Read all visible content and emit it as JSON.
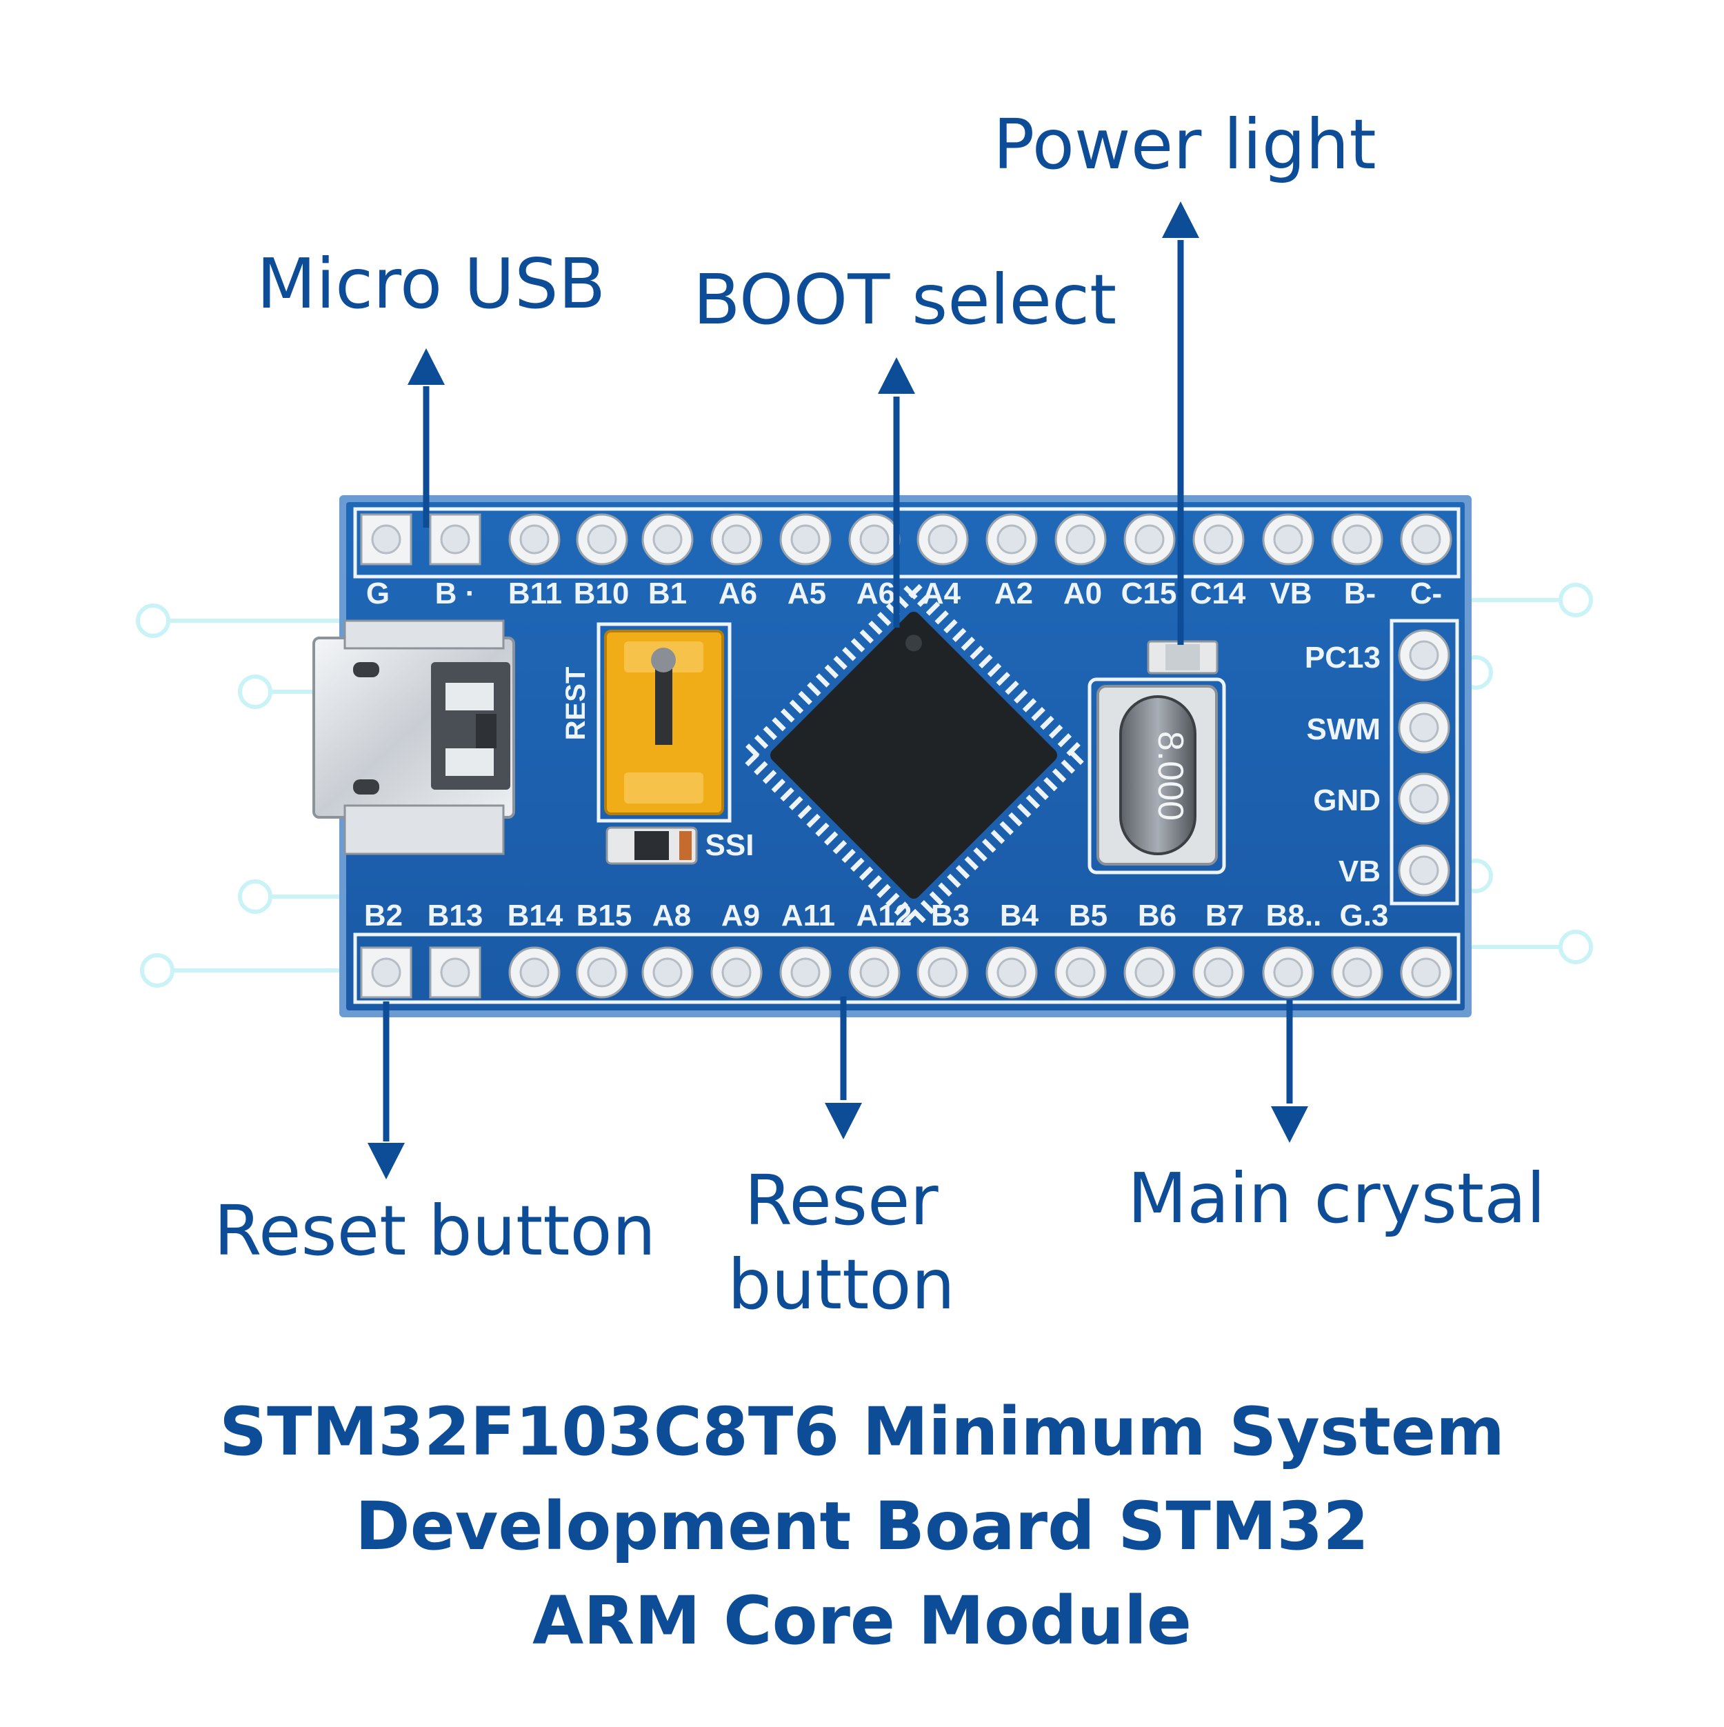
{
  "callouts": {
    "power_light": "Power light",
    "micro_usb": "Micro USB",
    "boot_select": "BOOT select",
    "reset_button_left": "Reset button",
    "reser_button_line1": "Reser",
    "reser_button_line2": "button",
    "main_crystal": "Main crystal"
  },
  "title": {
    "line1": "STM32F103C8T6 Minimum System",
    "line2": "Development Board STM32",
    "line3": "ARM Core Module"
  },
  "board": {
    "top_pins": [
      "G",
      "B ·",
      "B11",
      "B10",
      "B1",
      "A6",
      "A5",
      "A6",
      "A4",
      "A2",
      "A0",
      "C15",
      "C14",
      "VB",
      "B-",
      "C-"
    ],
    "bottom_pins": [
      "B2",
      "B13",
      "B14",
      "B15",
      "A8",
      "A9",
      "A11",
      "A12",
      "B3",
      "B4",
      "B5",
      "B6",
      "B7",
      "B8..",
      "G.3"
    ],
    "side_pins": [
      "PC13",
      "SWM",
      "GND",
      "VB"
    ],
    "rest_label": "REST",
    "ssi_label": "SSI",
    "crystal_marking": "8.000",
    "colors": {
      "pcb": "#1d62b1",
      "pcb_edge": "#5f95d2",
      "silk": "#eef4fb",
      "accent": "#0d4c97",
      "jumper": "#f2b21b",
      "chip": "#1f2326"
    }
  }
}
